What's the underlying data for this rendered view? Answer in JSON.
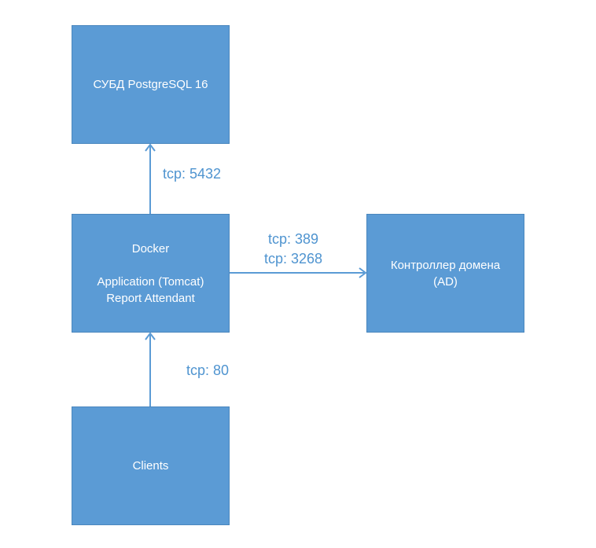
{
  "nodes": {
    "db": {
      "lines": [
        "СУБД PostgreSQL 16"
      ]
    },
    "docker": {
      "title": "Docker",
      "lines": [
        "Application (Tomcat)",
        "Report Attendant"
      ]
    },
    "ad": {
      "lines": [
        "Контроллер домена",
        "(AD)"
      ]
    },
    "clients": {
      "lines": [
        "Clients"
      ]
    }
  },
  "connections": {
    "docker_to_db": {
      "label": "tcp: 5432"
    },
    "docker_to_ad": {
      "label_1": "tcp: 389",
      "label_2": "tcp: 3268"
    },
    "clients_to_docker": {
      "label": "tcp: 80"
    }
  },
  "colors": {
    "box_fill": "#5b9bd5",
    "box_text": "#ffffff",
    "connector": "#5b9bd5",
    "label_text": "#4f94d0"
  }
}
